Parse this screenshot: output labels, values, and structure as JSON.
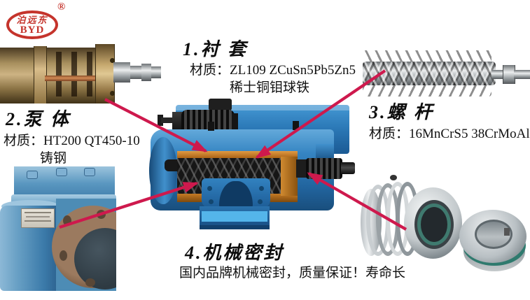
{
  "logo": {
    "brand_cn": "泊远东",
    "brand_en": "BYD",
    "registered_mark": "®"
  },
  "callouts": {
    "bushing": {
      "title": "1.衬 套",
      "material_line1": "材质：ZL109 ZCuSn5Pb5Zn5",
      "material_line2": "稀士铜钼球铁"
    },
    "pump_body": {
      "title": "2.泵 体",
      "material_line1": "材质：HT200 QT450-10",
      "material_line2": "铸钢"
    },
    "screw": {
      "title": "3.螺 杆",
      "material_line1": "材质：16MnCrS5 38CrMoAl"
    },
    "mechanical_seal": {
      "title": "4.机械密封",
      "description": "国内品牌机械密封，质量保证！寿命长"
    }
  },
  "colors": {
    "arrow": "#ce194d",
    "logo-red": "#c5342c",
    "pump-blue": "#2b7fc0",
    "orange": "#c2701f",
    "teal": "#3f7a6f"
  }
}
